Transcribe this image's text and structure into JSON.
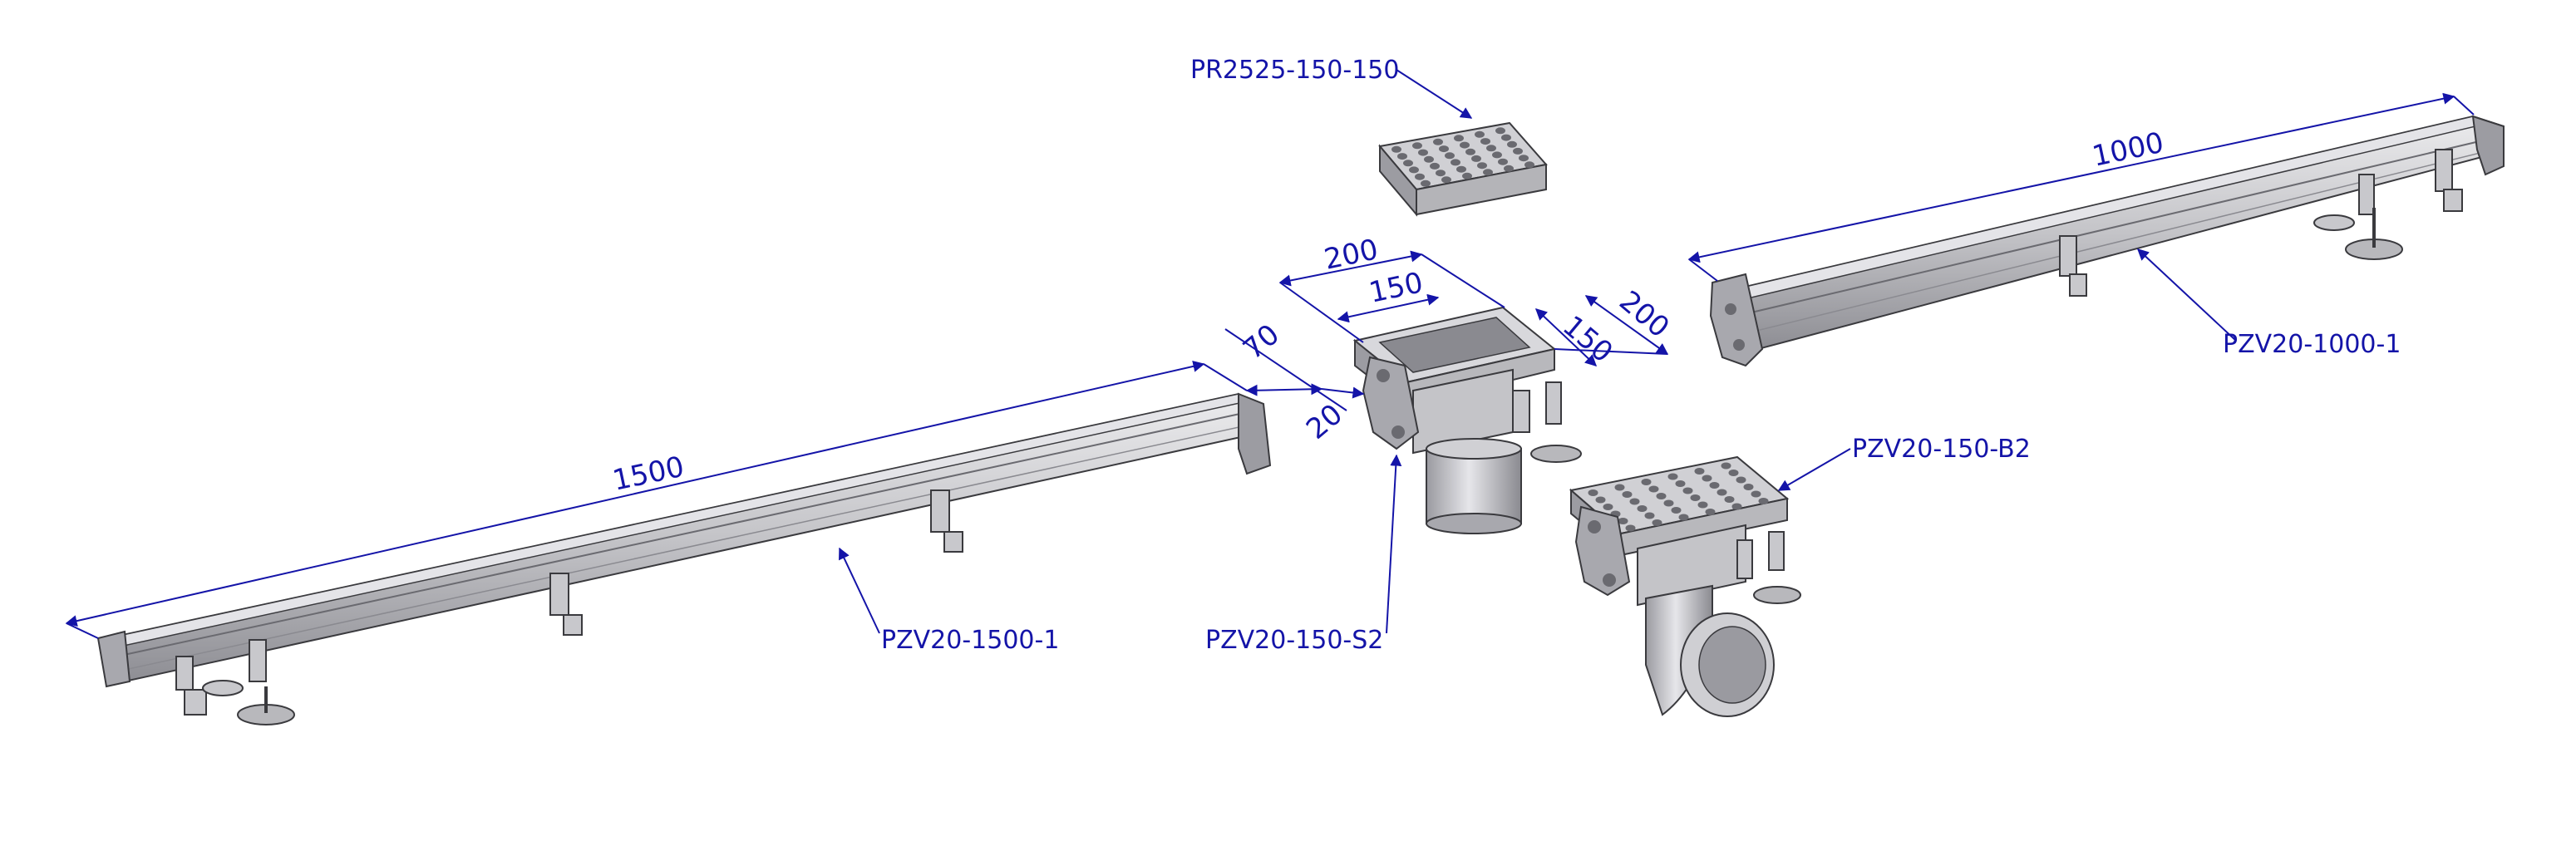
{
  "diagram": {
    "labels": {
      "grate": "PR2525-150-150",
      "channel_left": "PZV20-1500-1",
      "channel_right": "PZV20-1000-1",
      "outlet_vertical": "PZV20-150-S2",
      "outlet_horizontal": "PZV20-150-B2"
    },
    "dimensions": {
      "len_left": "1500",
      "len_right": "1000",
      "width_70": "70",
      "width_20": "20",
      "box_200_a": "200",
      "box_150_a": "150",
      "box_150_b": "150",
      "box_200_b": "200"
    },
    "colors": {
      "dimension": "#1414a8",
      "metal_light": "#d9d9dc",
      "metal_mid": "#b4b4b8",
      "metal_dark": "#7e7e84",
      "outline": "#3a3a3e"
    }
  }
}
